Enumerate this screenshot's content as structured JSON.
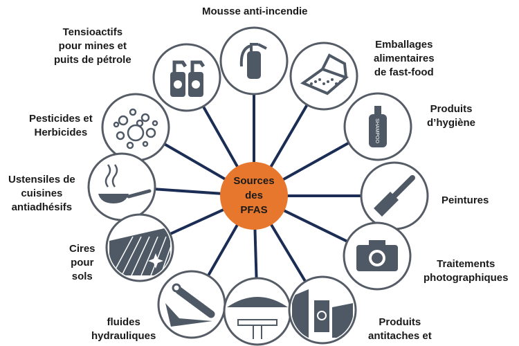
{
  "center": {
    "lines": [
      "Sources",
      "des",
      "PFAS"
    ]
  },
  "sources": [
    {
      "id": "mousse",
      "lines": [
        "Mousse anti-incendie"
      ],
      "icon": "fire-extinguisher-icon"
    },
    {
      "id": "tensioactifs",
      "lines": [
        "Tensioactifs",
        "pour mines et",
        "puits de pétrole"
      ],
      "icon": "spray-bottles-icon"
    },
    {
      "id": "emballages",
      "lines": [
        "Emballages",
        "alimentaires",
        "de fast-food"
      ],
      "icon": "pizza-box-icon"
    },
    {
      "id": "hygiene",
      "lines": [
        "Produits",
        "d’hygiène"
      ],
      "icon": "shampoo-bottle-icon",
      "icon_text": "SHAMPOO"
    },
    {
      "id": "pesticides",
      "lines": [
        "Pesticides et",
        "Herbicides"
      ],
      "icon": "bubbles-icon"
    },
    {
      "id": "ustensiles",
      "lines": [
        "Ustensiles de",
        "cuisines",
        "antiadhésifs"
      ],
      "icon": "frying-pan-icon"
    },
    {
      "id": "peintures",
      "lines": [
        "Peintures"
      ],
      "icon": "paintbrush-icon"
    },
    {
      "id": "photo",
      "lines": [
        "Traitements",
        "photographiques"
      ],
      "icon": "camera-icon"
    },
    {
      "id": "cires",
      "lines": [
        "Cires",
        "pour",
        "sols"
      ],
      "icon": "shiny-floor-icon"
    },
    {
      "id": "fluides",
      "lines": [
        "fluides",
        "hydrauliques"
      ],
      "icon": "hydraulic-piston-icon"
    },
    {
      "id": "acier",
      "lines": [],
      "icon": "steel-beam-icon"
    },
    {
      "id": "antitaches",
      "lines": [
        "Produits",
        "antitaches et"
      ],
      "icon": "stain-remover-icon"
    }
  ],
  "colors": {
    "center": "#e8772e",
    "connector": "#1b2d55",
    "icon": "#4f5966",
    "ring": "#555c66"
  }
}
